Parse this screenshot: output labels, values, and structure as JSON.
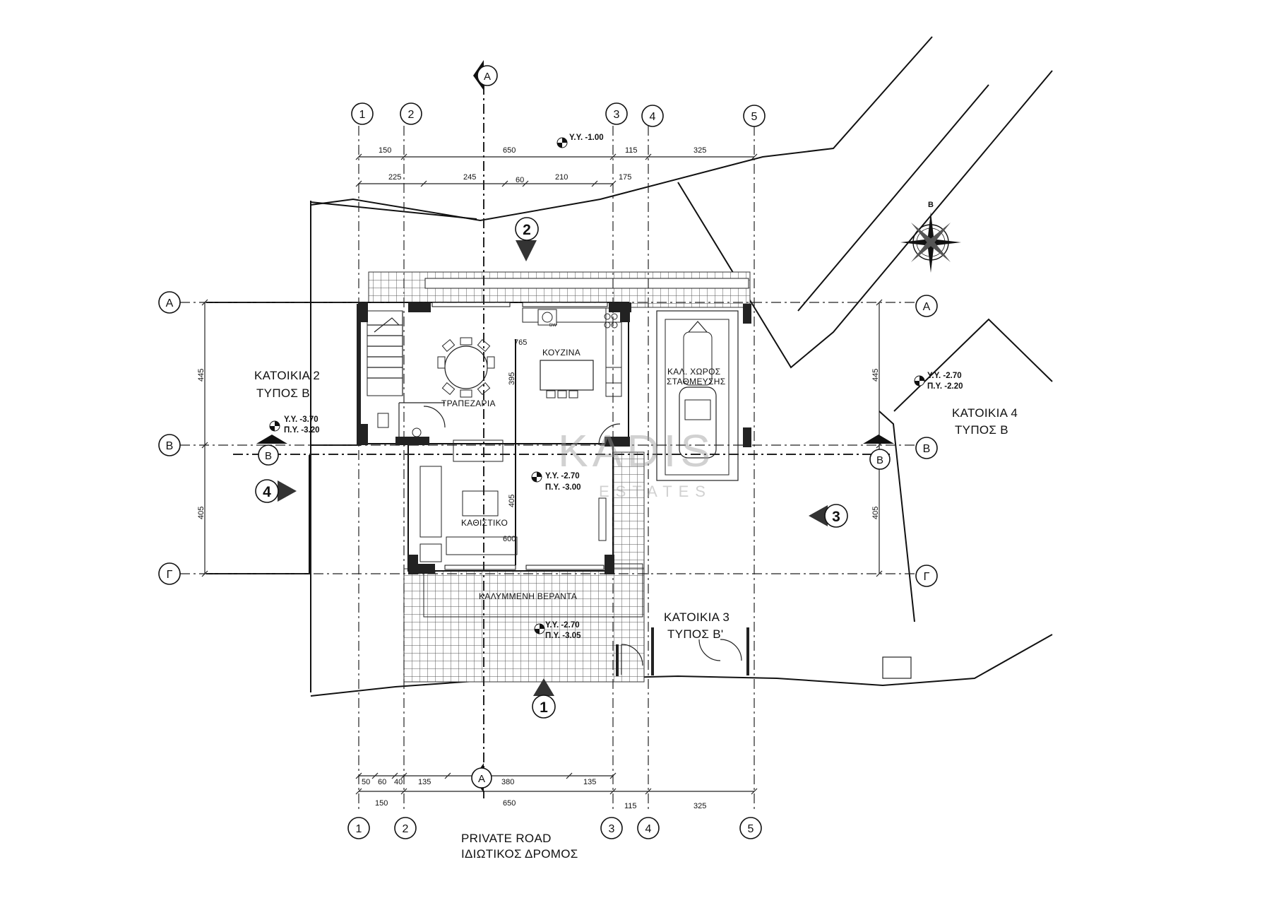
{
  "grid": {
    "vertical_labels": [
      "1",
      "2",
      "3",
      "4",
      "5"
    ],
    "horizontal_labels": [
      "Α",
      "Β",
      "Γ"
    ]
  },
  "sections": {
    "a_mark": "Α",
    "b_mark": "Β"
  },
  "view_marks": [
    "1",
    "2",
    "3",
    "4"
  ],
  "dimensions": {
    "top_row1": [
      "150",
      "650",
      "115",
      "325"
    ],
    "top_row2": [
      "225",
      "245",
      "60",
      "210",
      "175"
    ],
    "bottom_row1": [
      "50",
      "60",
      "40",
      "135",
      "380",
      "135"
    ],
    "bottom_row2": [
      "150",
      "650",
      "115",
      "325"
    ],
    "left": [
      "445",
      "405"
    ],
    "right": [
      "445",
      "405"
    ],
    "interior": {
      "kitchen_width": "765",
      "dining_height": "395",
      "living_height": "405",
      "living_width": "600"
    }
  },
  "levels": {
    "top": "Υ.Υ. -1.00",
    "left_yy": "Υ.Υ. -3.70",
    "left_py": "Π.Υ. -3.20",
    "right_yy": "Υ.Υ. -2.70",
    "right_py": "Π.Υ. -2.20",
    "center_yy": "Υ.Υ. -2.70",
    "center_py": "Π.Υ. -3.00",
    "veranda_yy": "Υ.Υ. -2.70",
    "veranda_py": "Π.Υ. -3.05"
  },
  "rooms": {
    "kitchen": "ΚΟΥΖΙΝΑ",
    "dining": "ΤΡΑΠΕΖΑΡΙΑ",
    "living": "ΚΑΘΙΣΤΙΚΟ",
    "veranda": "ΚΑΛΥΜΜΕΝΗ ΒΕΡΑΝΤΑ",
    "parking_1": "ΚΑΛ. ΧΩΡΟΣ",
    "parking_2": "ΣΤΑΘΜΕΥΣΗΣ",
    "dishwasher": "DW"
  },
  "neighbours": {
    "house2_name": "ΚΑΤΟΙΚΙΑ 2",
    "house2_type": "ΤΥΠΟΣ Β",
    "house3_name": "ΚΑΤΟΙΚΙΑ 3",
    "house3_type": "ΤΥΠΟΣ Β'",
    "house4_name": "ΚΑΤΟΙΚΙΑ 4",
    "house4_type": "ΤΥΠΟΣ Β"
  },
  "road": {
    "line1": "PRIVATE ROAD",
    "line2": "ΙΔΙΩΤΙΚΟΣ ΔΡΟΜΟΣ"
  },
  "north_label": "Β",
  "watermark": {
    "top": "KADIS",
    "bottom": "ESTATES"
  }
}
